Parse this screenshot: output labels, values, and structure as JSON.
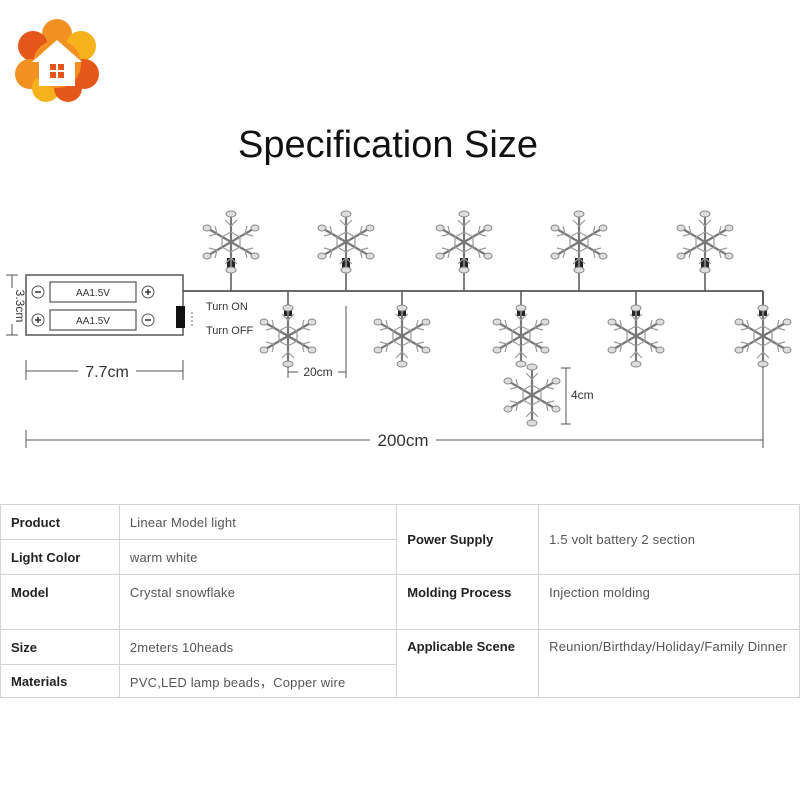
{
  "title": "Specification Size",
  "logo": {
    "name": "house-flower-logo",
    "colors": [
      "#f29022",
      "#e5561b",
      "#f5b21c"
    ]
  },
  "diagram": {
    "battery_label_1": "AA1.5V",
    "battery_label_2": "AA1.5V",
    "switch_on": "Turn ON",
    "switch_off": "Turn OFF",
    "dim_height": "3.3cm",
    "dim_box_width": "7.7cm",
    "dim_spacing": "20cm",
    "dim_flake": "4cm",
    "dim_total": "200cm"
  },
  "spec": {
    "left": [
      {
        "label": "Product",
        "value": "Linear Model light"
      },
      {
        "label": "Light Color",
        "value": "warm white"
      },
      {
        "label": "Model",
        "value": "Crystal snowflake"
      },
      {
        "label": "Size",
        "value": "2meters 10heads"
      },
      {
        "label": "Materials",
        "value": "PVC,LED lamp beads，Copper wire"
      }
    ],
    "right": [
      {
        "label": "Power Supply",
        "value": "1.5 volt battery 2 section"
      },
      {
        "label": "Molding Process",
        "value": "Injection molding"
      },
      {
        "label": "Applicable Scene",
        "value": "Reunion/Birthday/Holiday/Family Dinner"
      }
    ]
  }
}
